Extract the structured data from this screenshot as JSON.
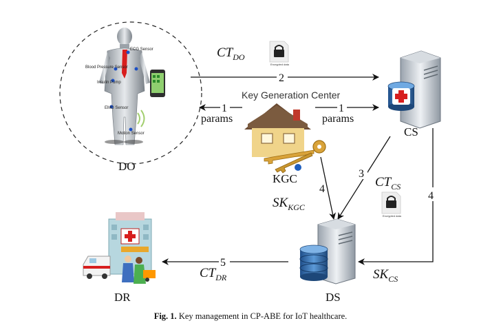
{
  "nodes": {
    "do": {
      "label": "DO",
      "sensors": [
        "ECG Sensor",
        "Blood Pressure Sensor",
        "Insulin Pump",
        "EMG Sensor",
        "Motion Sensor"
      ]
    },
    "kgc": {
      "label": "KGC",
      "title": "Key Generation Center"
    },
    "cs": {
      "label": "CS"
    },
    "ds": {
      "label": "DS"
    },
    "dr": {
      "label": "DR"
    }
  },
  "edges": {
    "do_cs": {
      "number": "2",
      "label_main": "CT",
      "label_sub": "DO"
    },
    "kgc_do": {
      "number": "1",
      "label": "params"
    },
    "kgc_cs": {
      "number": "1",
      "label": "params"
    },
    "kgc_ds": {
      "number": "4",
      "label_main": "SK",
      "label_sub": "KGC"
    },
    "cs_ds_ct": {
      "number": "3",
      "label_main": "CT",
      "label_sub": "CS"
    },
    "cs_ds_sk": {
      "number": "4",
      "label_main": "SK",
      "label_sub": "CS"
    },
    "ds_dr": {
      "number": "5",
      "label_main": "CT",
      "label_sub": "DR"
    }
  },
  "encrypted_icon_text": "Encrypted data",
  "caption": {
    "prefix": "Fig. 1.",
    "text": "Key management in CP-ABE for IoT healthcare."
  }
}
